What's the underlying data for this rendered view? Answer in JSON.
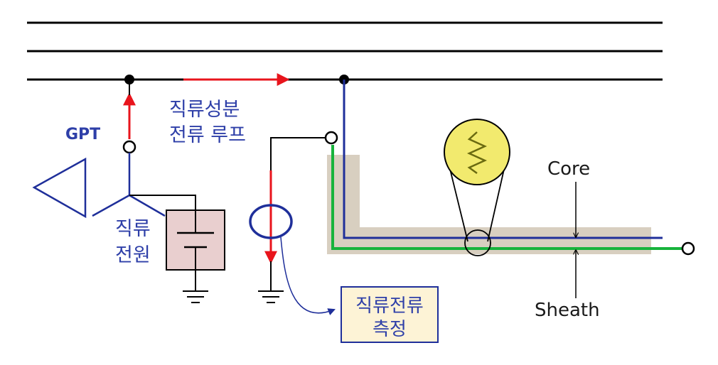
{
  "labels": {
    "gpt": "GPT",
    "dc_loop_line1": "직류성분",
    "dc_loop_line2": "전류 루프",
    "dc_source_line1": "직류",
    "dc_source_line2": "전원",
    "measure_line1": "직류전류",
    "measure_line2": "측정",
    "core": "Core",
    "sheath": "Sheath"
  },
  "colors": {
    "line": "#000000",
    "current": "#e8141c",
    "conductor_blue": "#1f2f9a",
    "sheath_green": "#17b33c",
    "cable_fill": "#d8cfc0",
    "source_box": "#e9cfcf",
    "bulb": "#f2ea6e",
    "label_blue": "#2e3fa8",
    "measure_box": "#fdf3d6"
  },
  "icons": {
    "transformer": "triangle-icon",
    "dc_source": "capacitor-icon",
    "ct_sensor": "ellipse-icon",
    "lamp": "lamp-icon",
    "ground": "ground-icon"
  }
}
